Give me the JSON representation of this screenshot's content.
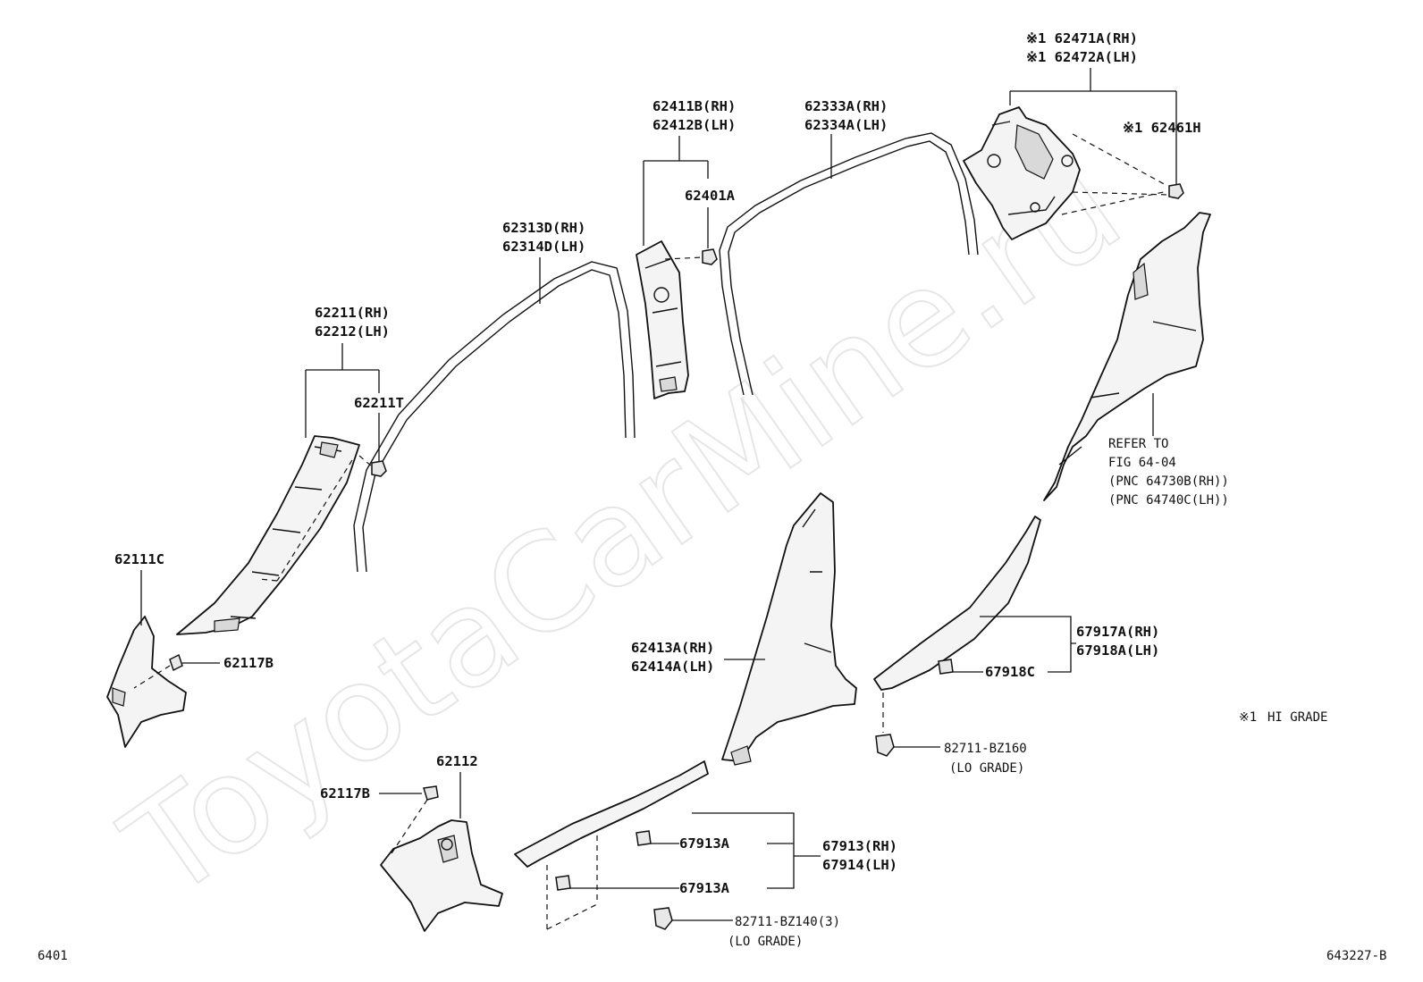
{
  "watermark": "ToyotaCarMine.ru",
  "figure_number": "6401",
  "illustration_code": "643227-B",
  "note": {
    "mark": "※1",
    "text": "HI GRADE"
  },
  "labels": {
    "p62471_line1": "※1 62471A(RH)",
    "p62471_line2": "※1 62472A(LH)",
    "p62461": "※1 62461H",
    "p62333_line1": "62333A(RH)",
    "p62333_line2": "62334A(LH)",
    "p62411_line1": "62411B(RH)",
    "p62411_line2": "62412B(LH)",
    "p62401": "62401A",
    "p62313_line1": "62313D(RH)",
    "p62313_line2": "62314D(LH)",
    "p62211_line1": "62211(RH)",
    "p62211_line2": "62212(LH)",
    "p62211T": "62211T",
    "p62111C": "62111C",
    "p62117B_a": "62117B",
    "p62117B_b": "62117B",
    "p62112": "62112",
    "p62413_line1": "62413A(RH)",
    "p62413_line2": "62414A(LH)",
    "p67917_line1": "67917A(RH)",
    "p67917_line2": "67918A(LH)",
    "p67918C": "67918C",
    "p82711_160": "82711-BZ160",
    "p82711_160_note": "(LO GRADE)",
    "p67913A_a": "67913A",
    "p67913A_b": "67913A",
    "p67913_line1": "67913(RH)",
    "p67913_line2": "67914(LH)",
    "p82711_140": "82711-BZ140(3)",
    "p82711_140_note": "(LO GRADE)",
    "refer_line1": "REFER TO",
    "refer_line2": "FIG 64-04",
    "refer_line3": "(PNC 64730B(RH))",
    "refer_line4": "(PNC 64740C(LH))"
  }
}
